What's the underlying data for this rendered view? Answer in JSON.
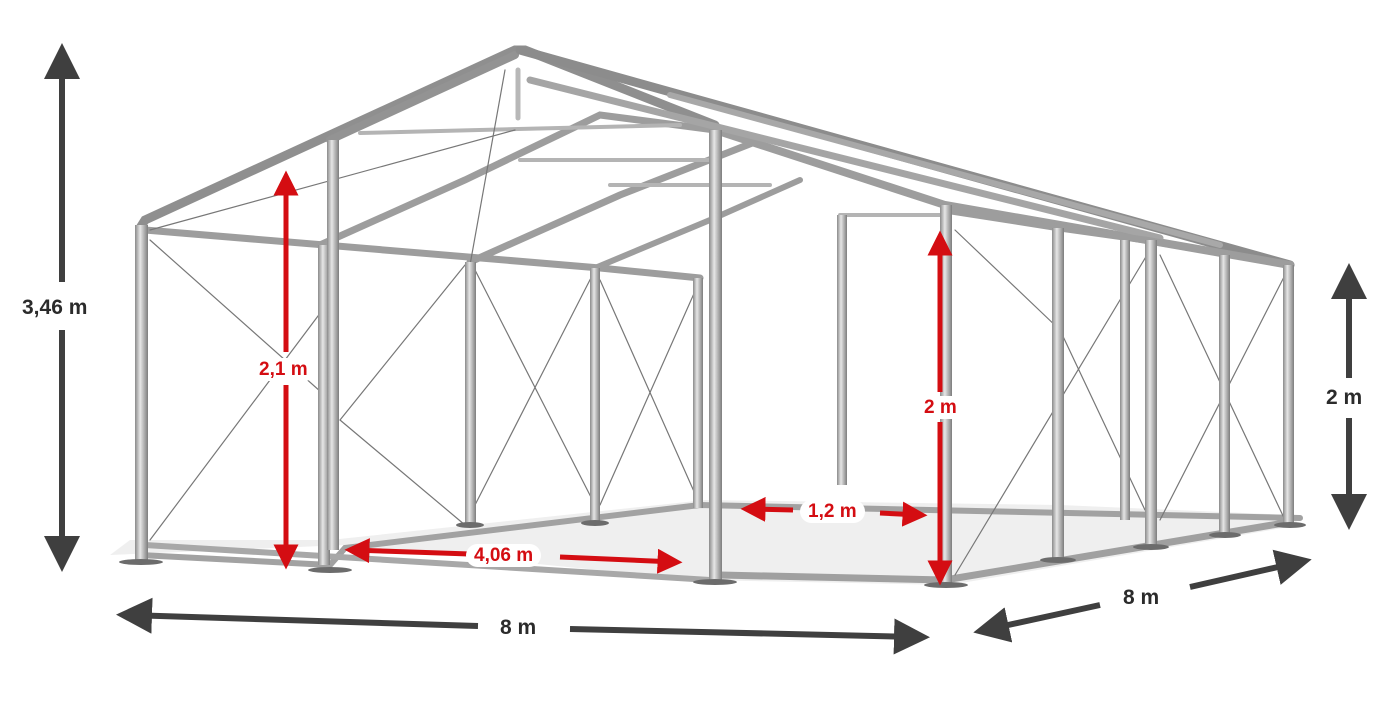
{
  "diagram": {
    "subject": "Tent frame (hall) with dimensions",
    "colors": {
      "frame_tube": "#a9a9a9",
      "frame_dark": "#6e6e6e",
      "dimension_dark": "#3f3f3f",
      "dimension_red": "#d40d12",
      "floor_shadow": "#ececec",
      "background": "#ffffff"
    },
    "dimensions": {
      "total_height": {
        "label": "3,46 m",
        "color": "dark"
      },
      "side_height": {
        "label": "2 m",
        "color": "dark"
      },
      "width_front": {
        "label": "8 m",
        "color": "dark"
      },
      "length_side": {
        "label": "8 m",
        "color": "dark"
      },
      "entrance_height": {
        "label": "2,1 m",
        "color": "red"
      },
      "door_height": {
        "label": "2 m",
        "color": "red"
      },
      "entrance_width": {
        "label": "4,06 m",
        "color": "red"
      },
      "door_width": {
        "label": "1,2 m",
        "color": "red"
      }
    }
  }
}
